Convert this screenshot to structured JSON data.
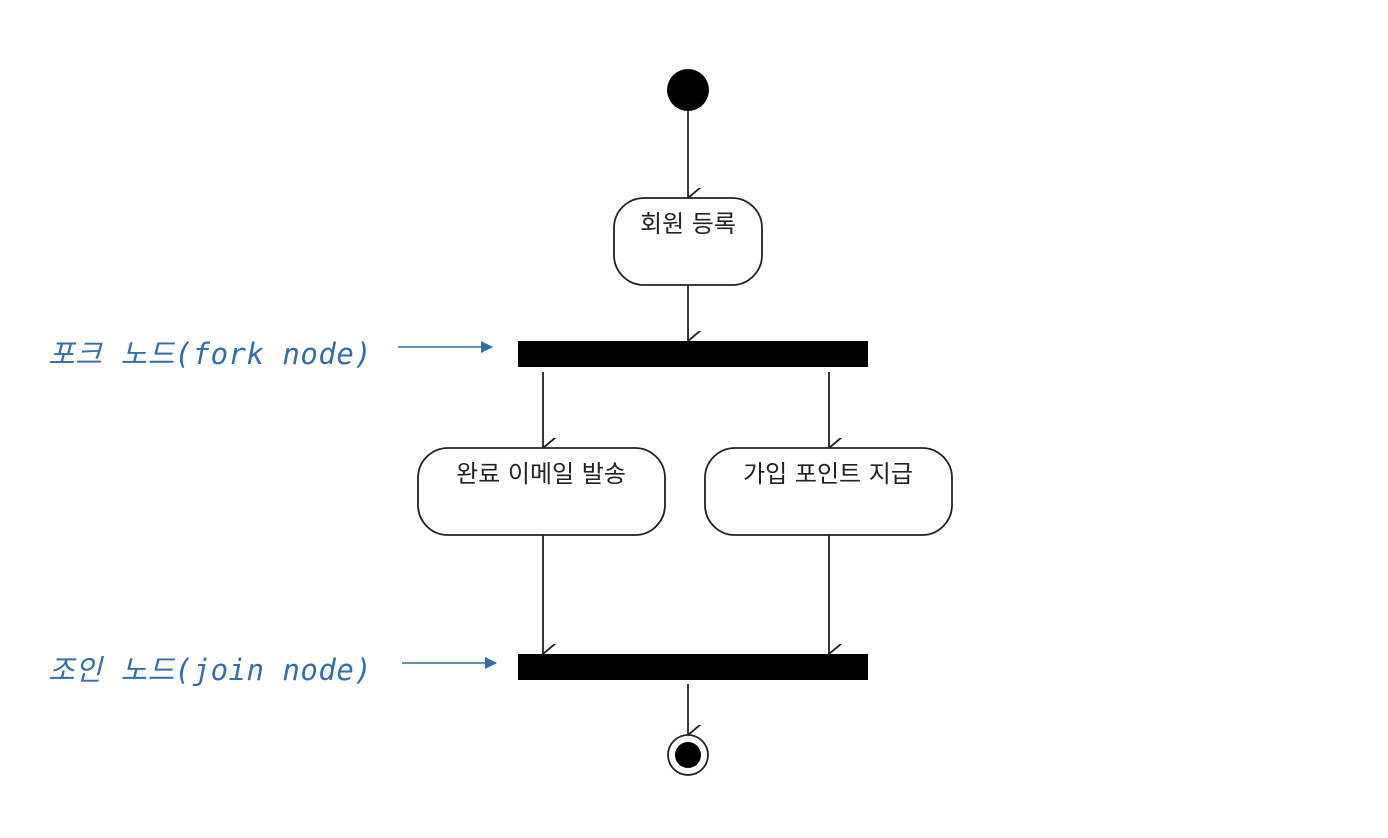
{
  "diagram": {
    "type": "uml-activity",
    "colors": {
      "line": "#222222",
      "fill": "#ffffff",
      "bar": "#000000",
      "annotation": "#2f6fae"
    },
    "nodes": {
      "start": {
        "kind": "initial"
      },
      "register": {
        "kind": "action",
        "label": "회원 등록"
      },
      "fork": {
        "kind": "fork"
      },
      "send_email": {
        "kind": "action",
        "label": "완료 이메일 발송"
      },
      "give_points": {
        "kind": "action",
        "label": "가입 포인트 지급"
      },
      "join": {
        "kind": "join"
      },
      "end": {
        "kind": "final"
      }
    },
    "edges": [
      {
        "from": "start",
        "to": "register"
      },
      {
        "from": "register",
        "to": "fork"
      },
      {
        "from": "fork",
        "to": "send_email"
      },
      {
        "from": "fork",
        "to": "give_points"
      },
      {
        "from": "send_email",
        "to": "join"
      },
      {
        "from": "give_points",
        "to": "join"
      },
      {
        "from": "join",
        "to": "end"
      }
    ],
    "annotations": {
      "fork_label": "포크 노드(fork node)",
      "join_label": "조인 노드(join node)"
    }
  }
}
